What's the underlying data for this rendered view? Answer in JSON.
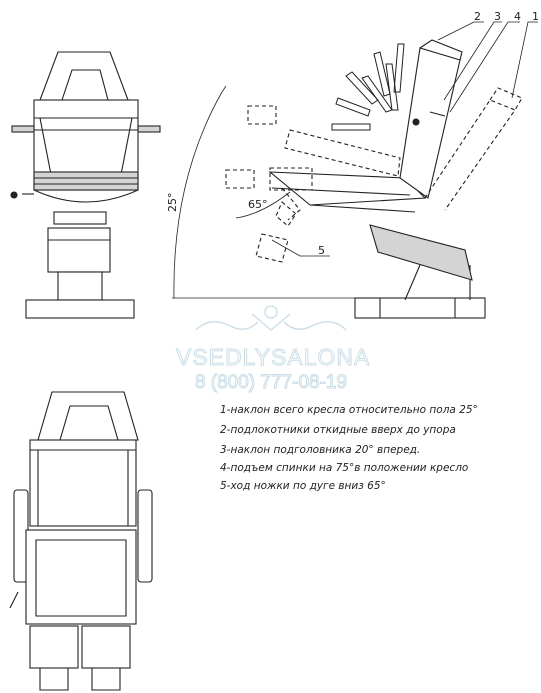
{
  "callouts": [
    "2",
    "3",
    "4",
    "1",
    "5"
  ],
  "angles": {
    "tilt": "25°",
    "leg_arc": "65°"
  },
  "watermark": {
    "name": "VSEDLYSALONA",
    "phone": "8 (800) 777-08-19"
  },
  "notes": [
    "1-наклон всего кресла относительно пола 25°",
    "2-подлокотники откидные вверх до упора",
    "3-наклон подголовника 20° вперед.",
    "4-подъем спинки на 75°в положении кресло",
    "5-ход ножки по дуге вниз 65°"
  ],
  "colors": {
    "line": "#222222",
    "fill": "#d4d4d4",
    "watermark": "#c9dde6"
  }
}
